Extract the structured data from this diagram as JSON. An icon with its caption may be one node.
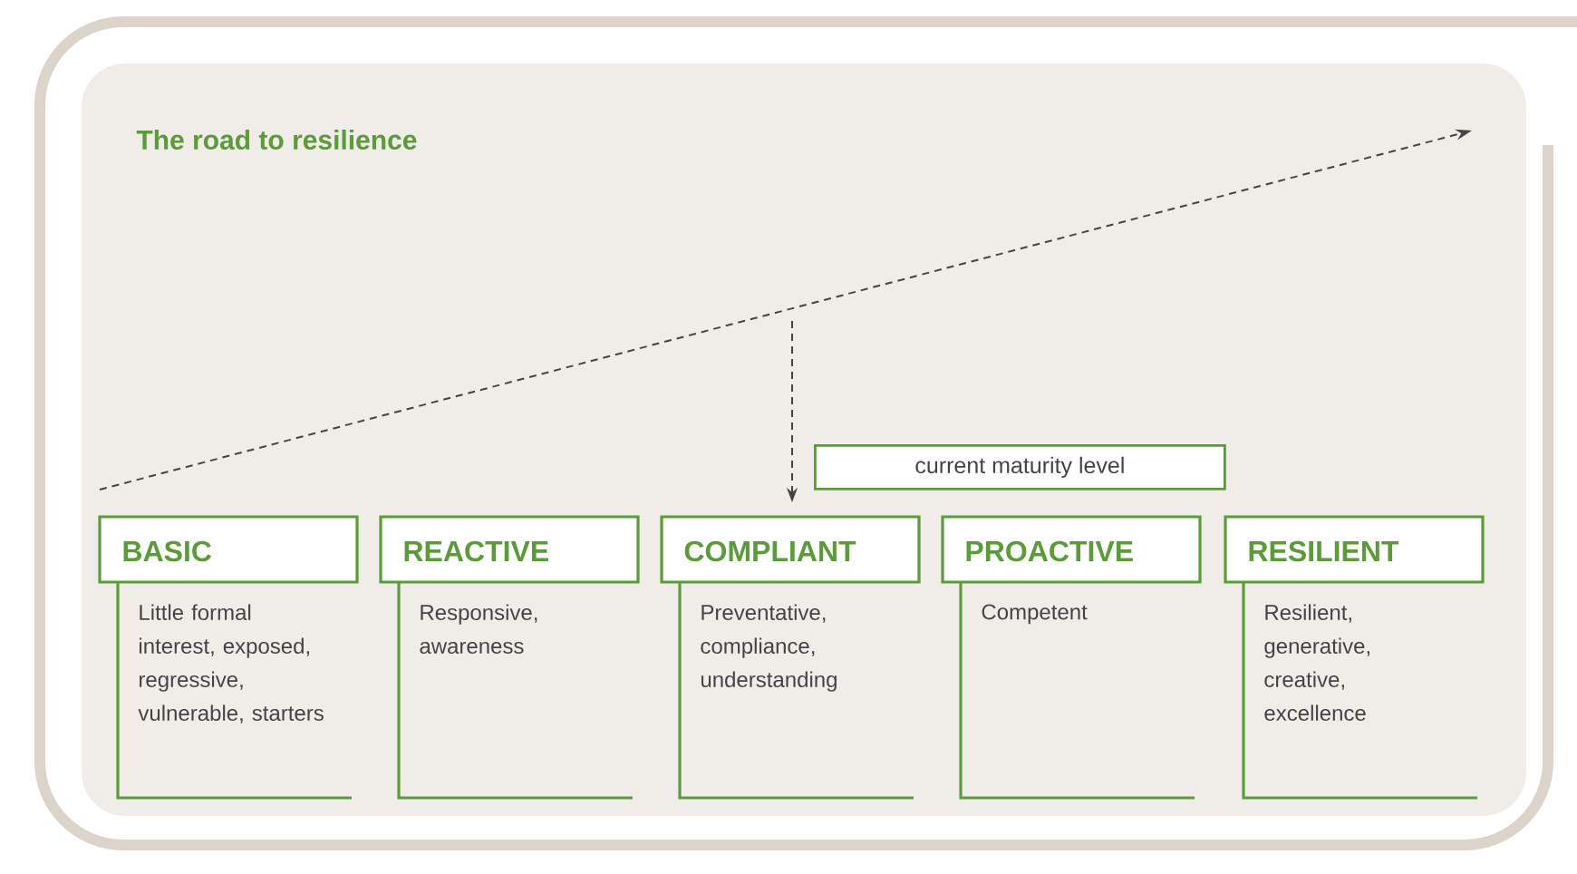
{
  "diagram": {
    "title": "The road to resilience",
    "nodes": [
      {
        "text": [
          "BASIC",
          "Little formal interest, exposed, regressive, vulnerable, starters"
        ]
      },
      {
        "text": [
          "REACTIVE",
          "Responsive, awareness"
        ]
      },
      {
        "text": [
          "COMPLIANT",
          "Preventative, compliance, understanding"
        ]
      },
      {
        "text": [
          "PROACTIVE",
          "Competent"
        ]
      },
      {
        "text": [
          "RESILIENT",
          "Resilient, generative, creative, excellence"
        ]
      },
      {
        "text": [
          "current maturity level"
        ]
      }
    ],
    "edges": [
      {
        "from": null,
        "to": 2,
        "arrow": "to",
        "style": "dashed"
      }
    ]
  }
}
